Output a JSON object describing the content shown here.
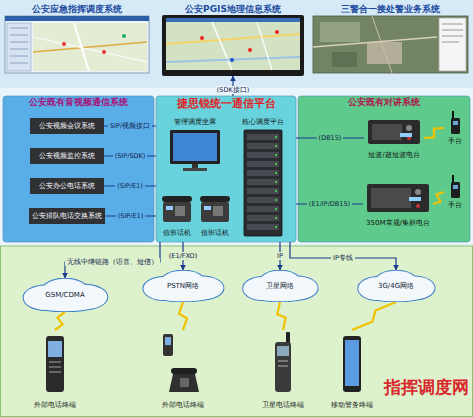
{
  "diagram": {
    "nodes": [
      {
        "text": [
          "公安应急指挥调度系统"
        ]
      },
      {
        "text": [
          "公安PGIS地理信息系统"
        ]
      },
      {
        "text": [
          "三警合一接处警业务系统"
        ]
      },
      {
        "text": [
          "公安既有音视频通信系统"
        ]
      },
      {
        "text": [
          "公安视频会议系统"
        ],
        "in": 3
      },
      {
        "text": [
          "公安视频监控系统"
        ],
        "in": 3
      },
      {
        "text": [
          "公安办公电话系统"
        ],
        "in": 3
      },
      {
        "text": [
          "公安排队电话交换系统"
        ],
        "in": 3
      },
      {
        "text": [
          "捷思锐统一通信平台"
        ]
      },
      {
        "text": [
          "管理调度坐席"
        ],
        "in": 8
      },
      {
        "text": [
          "核心调度平台"
        ],
        "in": 8
      },
      {
        "text": [
          "值班话机"
        ],
        "in": 8
      },
      {
        "text": [
          "值班话机"
        ],
        "in": 8
      },
      {
        "text": [
          "公安既有对讲系统"
        ]
      },
      {
        "text": [
          "短波/超短波电台"
        ],
        "in": 13
      },
      {
        "text": [
          "手台"
        ],
        "in": 13
      },
      {
        "text": [
          "350M常规/集群电台"
        ],
        "in": 13
      },
      {
        "text": [
          "手台"
        ],
        "in": 13
      },
      {
        "text": [
          "GSM/CDMA"
        ]
      },
      {
        "text": [
          "PSTN网络"
        ]
      },
      {
        "text": [
          "卫星网络"
        ]
      },
      {
        "text": [
          "3G/4G网络"
        ]
      },
      {
        "text": [
          "外部电话终端"
        ]
      },
      {
        "text": [
          "外部电话终端"
        ]
      },
      {
        "text": [
          "卫星电话终端"
        ]
      },
      {
        "text": [
          "移动警务终端"
        ]
      }
    ],
    "edges": [
      {
        "from": 8,
        "to": 1,
        "label": "(SDK接口)",
        "arrow": "to"
      },
      {
        "from": 4,
        "to": 8,
        "label": "SIP/视频接口",
        "arrow": "none"
      },
      {
        "from": 5,
        "to": 8,
        "label": "(SIP/SDK)",
        "arrow": "none"
      },
      {
        "from": 6,
        "to": 8,
        "label": "(SIP/E1)",
        "arrow": "none"
      },
      {
        "from": 7,
        "to": 8,
        "label": "(SIP/E1)",
        "arrow": "none"
      },
      {
        "from": 14,
        "to": 8,
        "label": "(DB15)",
        "arrow": "none"
      },
      {
        "from": 16,
        "to": 8,
        "label": "(E1/IP/DB15)",
        "arrow": "none"
      },
      {
        "from": 14,
        "to": 15,
        "arrow": "none"
      },
      {
        "from": 16,
        "to": 17,
        "arrow": "none"
      },
      {
        "from": 8,
        "to": 18,
        "label": "无线中继链路（语音、短信）",
        "arrow": "to"
      },
      {
        "from": 8,
        "to": 19,
        "label": "(E1/FXO)",
        "arrow": "to"
      },
      {
        "from": 8,
        "to": 20,
        "label": "IP",
        "arrow": "to"
      },
      {
        "from": 8,
        "to": 21,
        "label": "IP专线",
        "arrow": "to"
      },
      {
        "from": 18,
        "to": 22,
        "arrow": "none"
      },
      {
        "from": 19,
        "to": 23,
        "arrow": "none"
      },
      {
        "from": 20,
        "to": 24,
        "arrow": "none"
      },
      {
        "from": 21,
        "to": 25,
        "arrow": "none"
      }
    ],
    "labels": [
      "指挥调度网"
    ]
  }
}
